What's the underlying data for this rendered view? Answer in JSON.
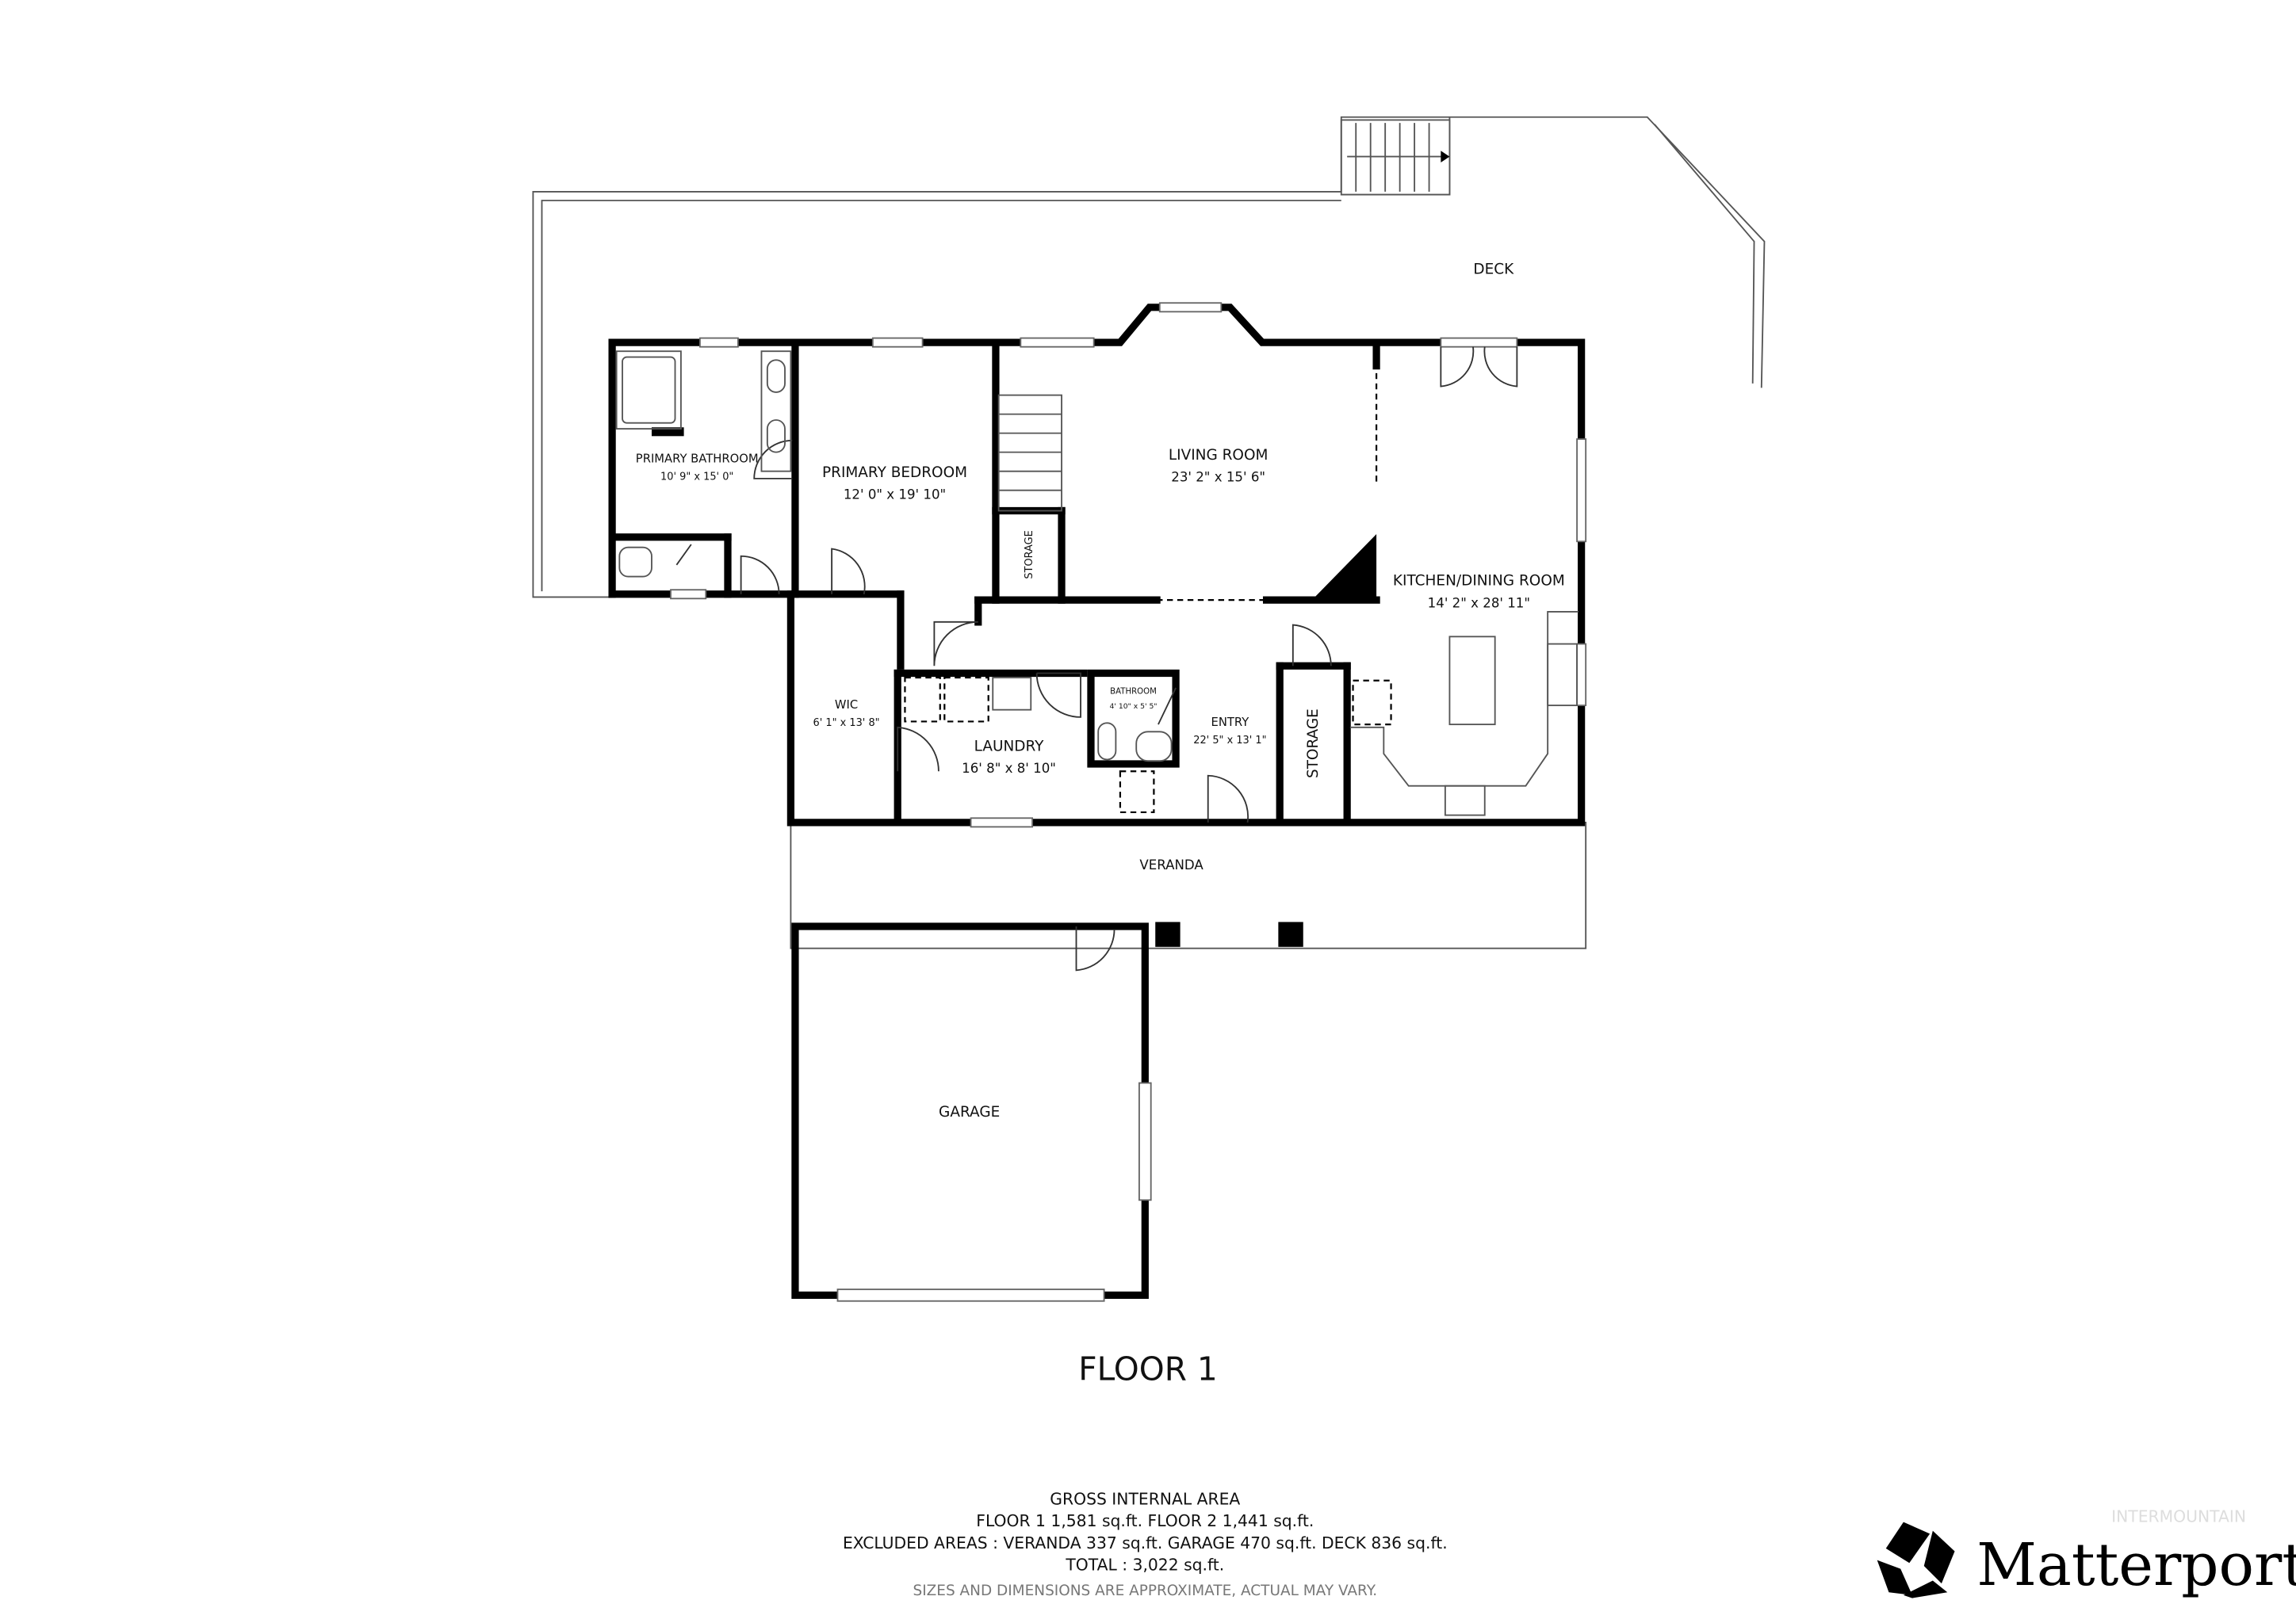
{
  "floor_title": "FLOOR 1",
  "rooms": {
    "deck": {
      "name": "DECK"
    },
    "primary_bathroom": {
      "name": "PRIMARY BATHROOM",
      "dims": "10' 9\" x 15' 0\""
    },
    "primary_bedroom": {
      "name": "PRIMARY BEDROOM",
      "dims": "12' 0\" x 19' 10\""
    },
    "living_room": {
      "name": "LIVING ROOM",
      "dims": "23' 2\" x 15' 6\""
    },
    "kitchen_dining": {
      "name": "KITCHEN/DINING ROOM",
      "dims": "14' 2\" x 28' 11\""
    },
    "storage_1": {
      "name": "STORAGE"
    },
    "storage_2": {
      "name": "STORAGE"
    },
    "wic": {
      "name": "WIC",
      "dims": "6' 1\" x 13' 8\""
    },
    "laundry": {
      "name": "LAUNDRY",
      "dims": "16' 8\" x 8' 10\""
    },
    "bathroom": {
      "name": "BATHROOM",
      "dims": "4' 10\" x 5' 5\""
    },
    "entry": {
      "name": "ENTRY",
      "dims": "22' 5\" x 13' 1\""
    },
    "veranda": {
      "name": "VERANDA"
    },
    "garage": {
      "name": "GARAGE"
    }
  },
  "area_summary": {
    "heading": "GROSS INTERNAL AREA",
    "floors": "FLOOR 1 1,581 sq.ft.   FLOOR 2 1,441 sq.ft.",
    "excluded": "EXCLUDED AREAS :  VERANDA 337 sq.ft.   GARAGE 470 sq.ft.   DECK 836 sq.ft.",
    "total": "TOTAL :  3,022 sq.ft.",
    "disclaimer": "SIZES AND DIMENSIONS ARE APPROXIMATE, ACTUAL MAY VARY."
  },
  "branding": {
    "logo_text": "Matterport",
    "watermark": "INTERMOUNTAIN"
  }
}
